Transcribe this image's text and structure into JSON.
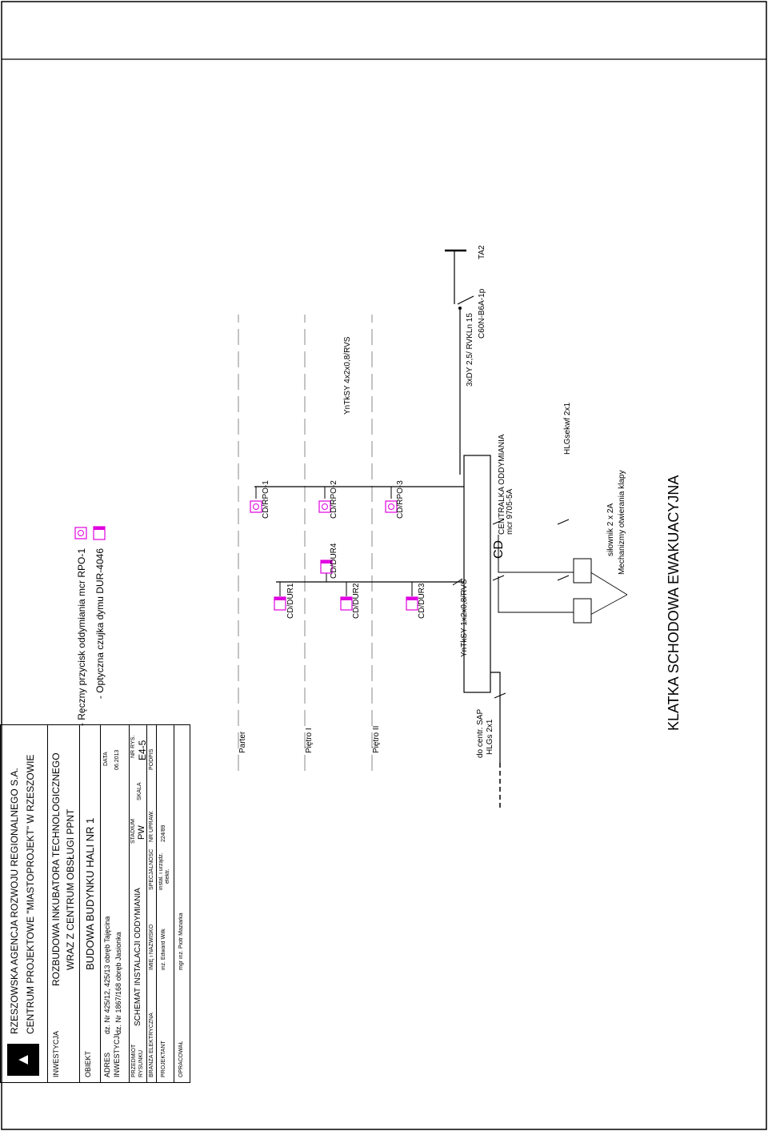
{
  "title": "KLATKA SCHODOWA EWAKUACYJNA",
  "central_unit": {
    "name": "CENTRALKA ODDYMIANIA",
    "model": "mcr 9705-5A",
    "code": "CD"
  },
  "mechanisms": {
    "line1": "Mechanizmy otwierania klapy",
    "line2": "siłownik 2 x 2A"
  },
  "cables": {
    "hlg_sekwf": "HLGsekwf 2x1",
    "supply": "3xDY 2,5/ RVKLn 15",
    "rpo": "YnTkSY 4x2x0,8/RVS",
    "dur": "YnTkSY 1x2x0,8/RVS",
    "sap_line1": "HLGs 2x1",
    "sap_line2": "do centr. SAP"
  },
  "supply": {
    "panel": "TA2",
    "breaker": "C60N-B6A-1p"
  },
  "floors": [
    "Piętro II",
    "Piętro I",
    "Parter"
  ],
  "devices": {
    "rpo": [
      "CD/RPO-3",
      "CD/RPO-2",
      "CD/RPO-1"
    ],
    "dur": [
      "CD/DUR3",
      "CD/DUR2",
      "CD/DUR1",
      "CD/DUR4"
    ]
  },
  "legend": {
    "smoke": "- Optyczna czujka dymu DUR-4046",
    "button": "- Ręczny przycisk oddymiania mcr RPO-1"
  },
  "colors": {
    "device_magenta": "#e000e0",
    "line": "#000000",
    "floor_line": "#888888"
  },
  "title_block": {
    "org1": "RZESZOWSKA AGENCJA ROZWOJU REGIONALNEGO S.A.",
    "org2": "CENTRUM PROJEKTOWE \"MIASTOPROJEKT\" W RZESZOWIE",
    "inwestycja_label": "INWESTYCJA",
    "inwestycja1": "ROZBUDOWA INKUBATORA TECHNOLOGICZNEGO",
    "inwestycja2": "WRAZ Z CENTRUM OBSŁUGI PPNT",
    "obiekt_label": "OBIEKT",
    "obiekt": "BUDOWA BUDYNKU HALI NR 1",
    "adres_label1": "ADRES",
    "adres_label2": "INWESTYCJI",
    "adres1": "dz. Nr  425/12, 425/13  obręb Tajęcina",
    "adres2": "dz. Nr  1867/168 obręb Jasionka",
    "data_label": "DATA",
    "data": "06.2013",
    "przedmiot_label1": "PRZEDMIOT",
    "przedmiot_label2": "RYSUNKU",
    "przedmiot": "SCHEMAT INSTALACJI ODDYMIANIA",
    "stadium_label": "STADIUM",
    "stadium": "PW",
    "skala_label": "SKALA",
    "nr_rys_label": "NR RYS.",
    "nr_rys": "E4-5",
    "branza": "BRANŻA ELEKTRYCZNA",
    "imie_label": "IMIĘ i NAZWISKO",
    "specjalnosc_label": "SPECJALNOŚĆ",
    "nr_upraw_label": "NR UPRAW.",
    "podpis_label": "PODPIS",
    "projektant_label": "PROJEKTANT",
    "projektant": "inż. Edward Wilk",
    "specjalnosc1": "instal. i urządz.",
    "specjalnosc2": "elektr.",
    "nr_upraw": "224/89",
    "opracowal_label": "OPRACOWAŁ",
    "opracowal": "mgr inż. Piotr Maziarka"
  }
}
